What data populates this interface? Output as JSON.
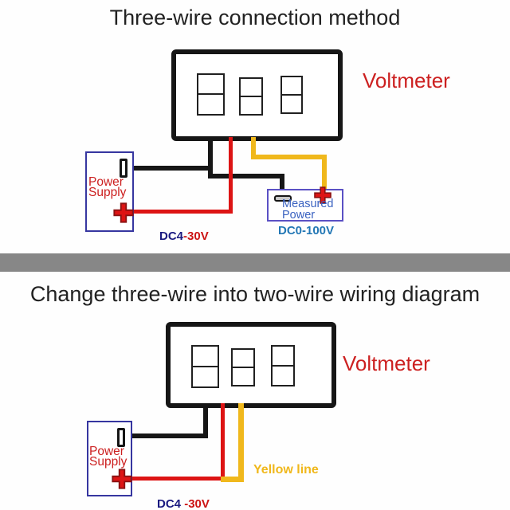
{
  "colors": {
    "wire_black": "#161616",
    "wire_red": "#dd1414",
    "wire_yellow": "#f0b81c",
    "box_blue": "#3636a0",
    "box_indigo": "#5a50c4",
    "label_red": "#cc2020",
    "label_navy": "#1a1a80",
    "label_blue": "#3a62c0",
    "label_steel_blue": "#2277b5",
    "title_black": "#222222",
    "divider_gray": "#878787"
  },
  "diagram_top": {
    "title": "Three-wire connection method",
    "voltmeter_label": "Voltmeter",
    "power_supply": {
      "name_line1": "Power",
      "name_line2": "Supply",
      "rating_dc": "DC4",
      "rating_range": "-30V"
    },
    "measured_power": {
      "name_line1": "Measured",
      "name_line2": "Power",
      "rating": "DC0-100V"
    }
  },
  "diagram_bottom": {
    "title": "Change three-wire into two-wire wiring diagram",
    "voltmeter_label": "Voltmeter",
    "power_supply": {
      "name_line1": "Power",
      "name_line2": "Supply",
      "rating_dc": "DC4",
      "rating_range": " -30V"
    },
    "yellow_line_label": "Yellow line"
  }
}
